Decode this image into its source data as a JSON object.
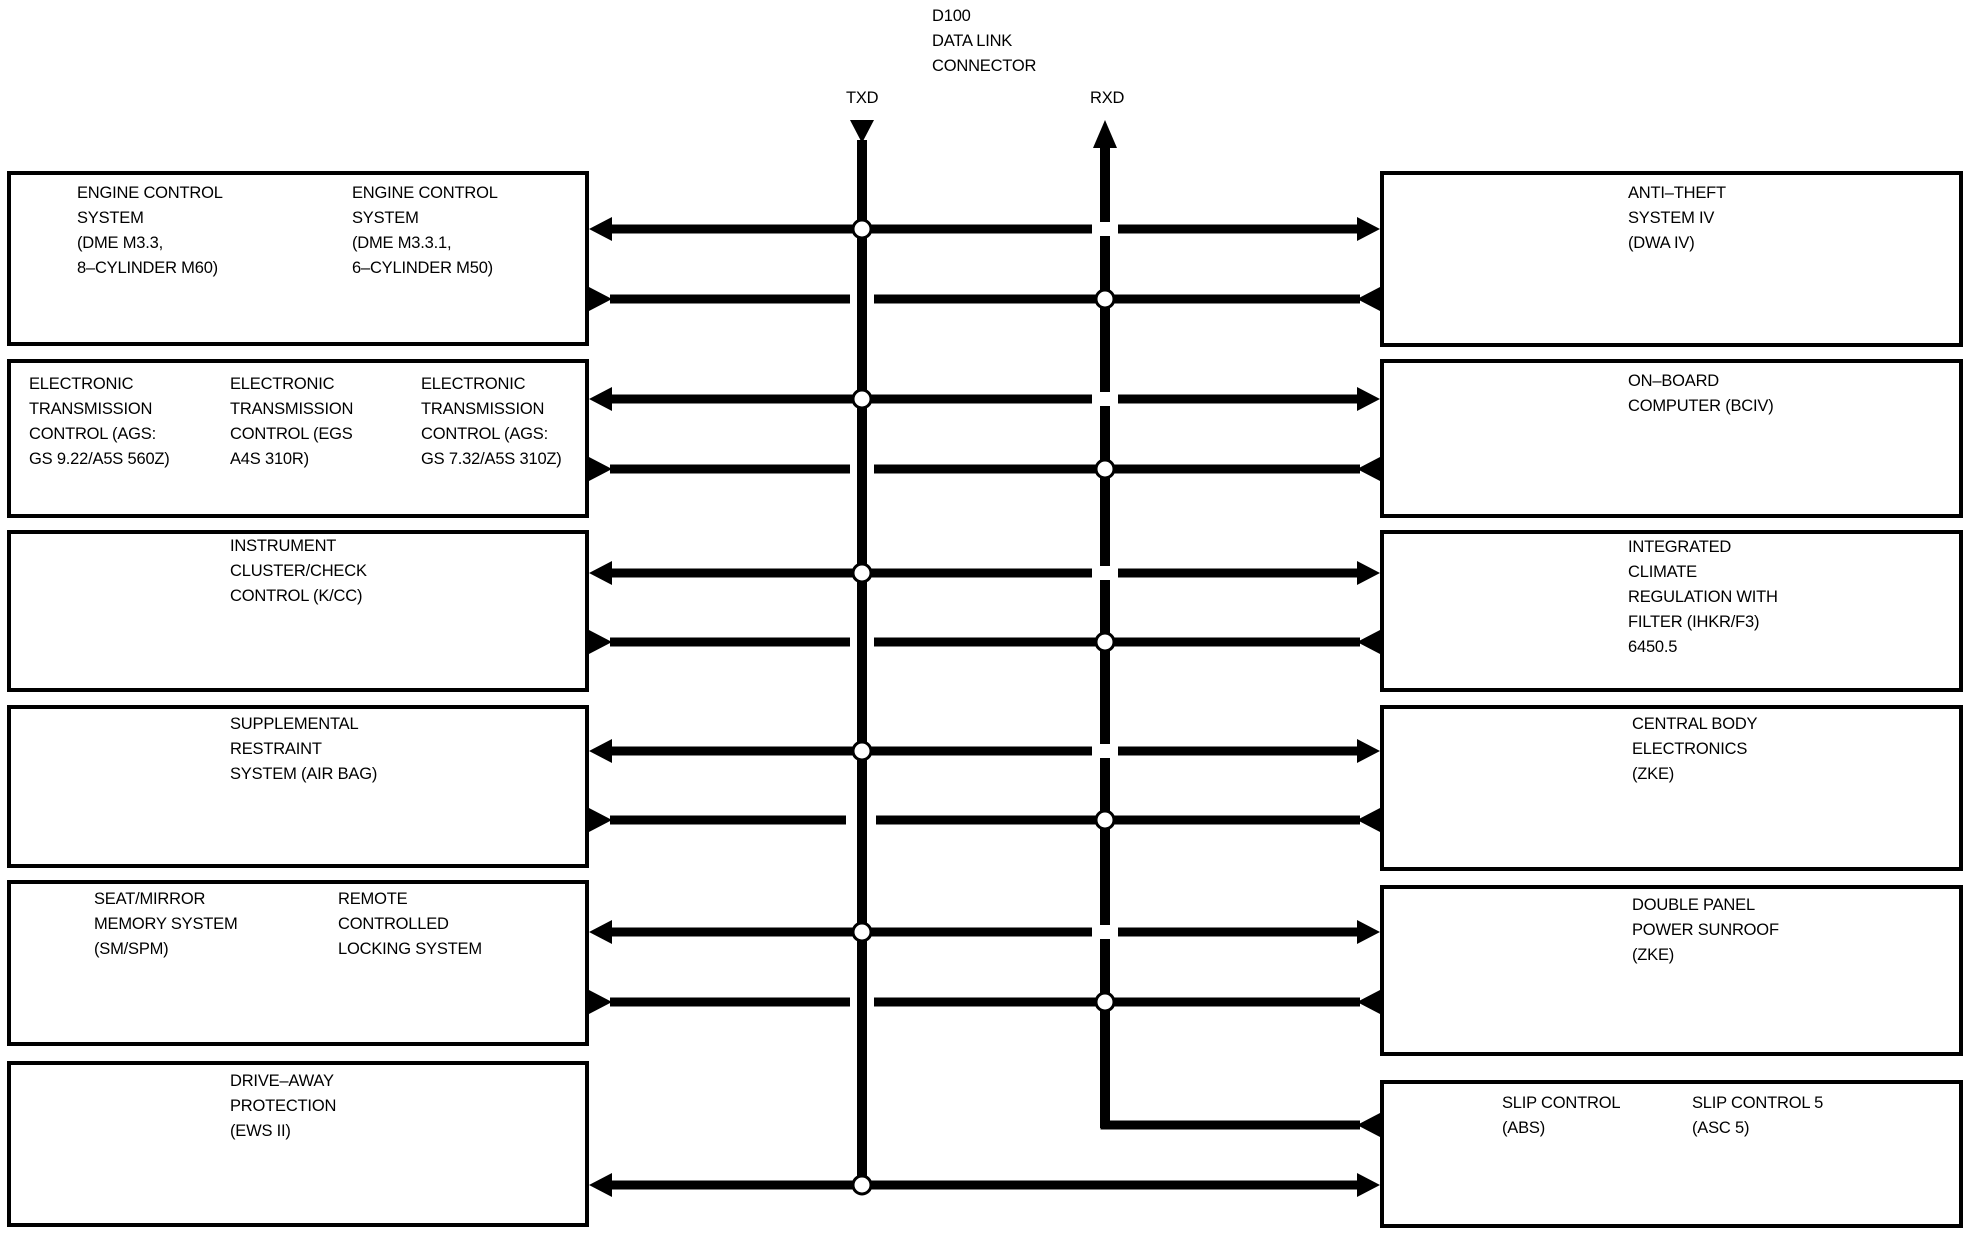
{
  "connector": {
    "title": "D100\nDATA LINK\nCONNECTOR",
    "txd_label": "TXD",
    "rxd_label": "RXD"
  },
  "left_modules": [
    {
      "id": "engine",
      "labels": [
        "ENGINE CONTROL\nSYSTEM\n(DME M3.3,\n8–CYLINDER M60)",
        "ENGINE CONTROL\nSYSTEM\n(DME M3.3.1,\n6–CYLINDER M50)"
      ]
    },
    {
      "id": "transmission",
      "labels": [
        "ELECTRONIC\nTRANSMISSION\nCONTROL (AGS:\nGS 9.22/A5S 560Z)",
        "ELECTRONIC\nTRANSMISSION\nCONTROL (EGS\nA4S 310R)",
        "ELECTRONIC\nTRANSMISSION\nCONTROL (AGS:\nGS 7.32/A5S 310Z)"
      ]
    },
    {
      "id": "instrument",
      "labels": [
        "INSTRUMENT\nCLUSTER/CHECK\nCONTROL (K/CC)"
      ]
    },
    {
      "id": "airbag",
      "labels": [
        "SUPPLEMENTAL\nRESTRAINT\nSYSTEM (AIR BAG)"
      ]
    },
    {
      "id": "seat-locking",
      "labels": [
        "SEAT/MIRROR\nMEMORY SYSTEM\n(SM/SPM)",
        "REMOTE\nCONTROLLED\nLOCKING SYSTEM"
      ]
    },
    {
      "id": "drive-away",
      "labels": [
        "DRIVE–AWAY\nPROTECTION\n(EWS II)"
      ]
    }
  ],
  "right_modules": [
    {
      "id": "anti-theft",
      "labels": [
        "ANTI–THEFT\nSYSTEM IV\n(DWA IV)"
      ]
    },
    {
      "id": "onboard",
      "labels": [
        "ON–BOARD\nCOMPUTER (BCIV)"
      ]
    },
    {
      "id": "climate",
      "labels": [
        "INTEGRATED\nCLIMATE\nREGULATION WITH\nFILTER (IHKR/F3)\n6450.5"
      ]
    },
    {
      "id": "body",
      "labels": [
        "CENTRAL BODY\nELECTRONICS\n(ZKE)"
      ]
    },
    {
      "id": "sunroof",
      "labels": [
        "DOUBLE PANEL\nPOWER SUNROOF\n(ZKE)"
      ]
    },
    {
      "id": "slip",
      "labels": [
        "SLIP CONTROL\n(ABS)",
        "SLIP CONTROL 5\n(ASC 5)"
      ]
    }
  ]
}
